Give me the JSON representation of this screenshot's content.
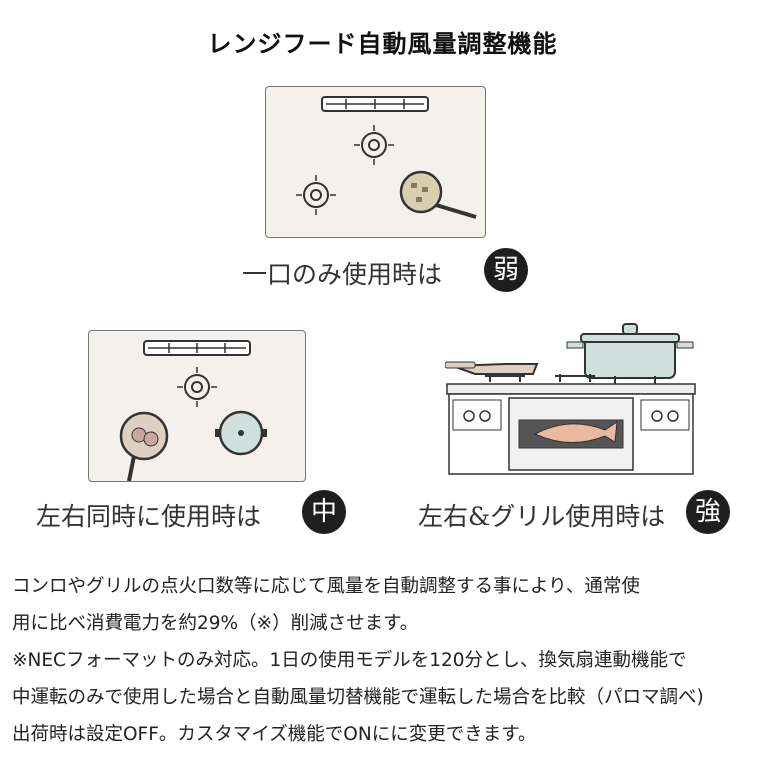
{
  "title": "レンジフード自動風量調整機能",
  "modes": [
    {
      "label": "一口のみ使用時は",
      "level": "弱"
    },
    {
      "label": "左右同時に使用時は",
      "level": "中"
    },
    {
      "label": "左右&グリル使用時は",
      "level": "強"
    }
  ],
  "description": [
    "コンロやグリルの点火口数等に応じて風量を自動調整する事により、通常使",
    "用に比べ消費電力を約29%（※）削減させます。",
    "※NECフォーマットのみ対応。1日の使用モデルを120分とし、換気扇連動機能で",
    "中運転のみで使用した場合と自動風量切替機能で運転した場合を比較（パロマ調べ)",
    "出荷時は設定OFF。カスタマイズ機能でONにに変更できます。"
  ]
}
